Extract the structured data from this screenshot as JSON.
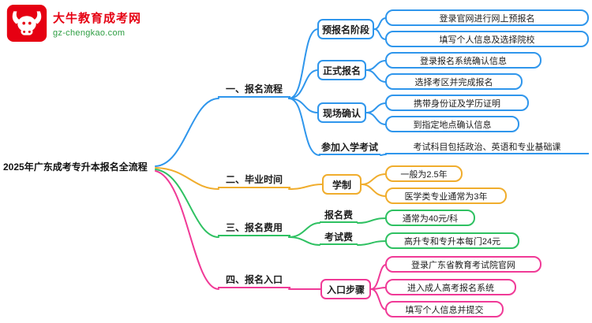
{
  "logo": {
    "brand": "大牛教育成考网",
    "domain": "gz-chengkao.com",
    "brand_color": "#e60012",
    "domain_color": "#2e9e43",
    "badge_color": "#e60012"
  },
  "title": "2025年广东成考专升本报名全流程",
  "branches": [
    {
      "label": "一、报名流程",
      "color": "#2f96ec",
      "children": [
        {
          "label": "预报名阶段",
          "leaves": [
            "登录官网进行网上预报名",
            "填写个人信息及选择院校"
          ]
        },
        {
          "label": "正式报名",
          "leaves": [
            "登录报名系统确认信息",
            "选择考区并完成报名"
          ]
        },
        {
          "label": "现场确认",
          "leaves": [
            "携带身份证及学历证明",
            "到指定地点确认信息"
          ]
        },
        {
          "label": "参加入学考试",
          "leaves": [
            "考试科目包括政治、英语和专业基础课"
          ]
        }
      ]
    },
    {
      "label": "二、毕业时间",
      "color": "#f0ad2d",
      "children": [
        {
          "label": "学制",
          "leaves": [
            "一般为2.5年",
            "医学类专业通常为3年"
          ]
        }
      ]
    },
    {
      "label": "三、报名费用",
      "color": "#2fc162",
      "children": [
        {
          "label": "报名费",
          "leaves": [
            "通常为40元/科"
          ]
        },
        {
          "label": "考试费",
          "leaves": [
            "高升专和专升本每门24元"
          ]
        }
      ]
    },
    {
      "label": "四、报名入口",
      "color": "#f03a97",
      "children": [
        {
          "label": "入口步骤",
          "leaves": [
            "登录广东省教育考试院官网",
            "进入成人高考报名系统",
            "填写个人信息并提交"
          ]
        }
      ]
    }
  ]
}
